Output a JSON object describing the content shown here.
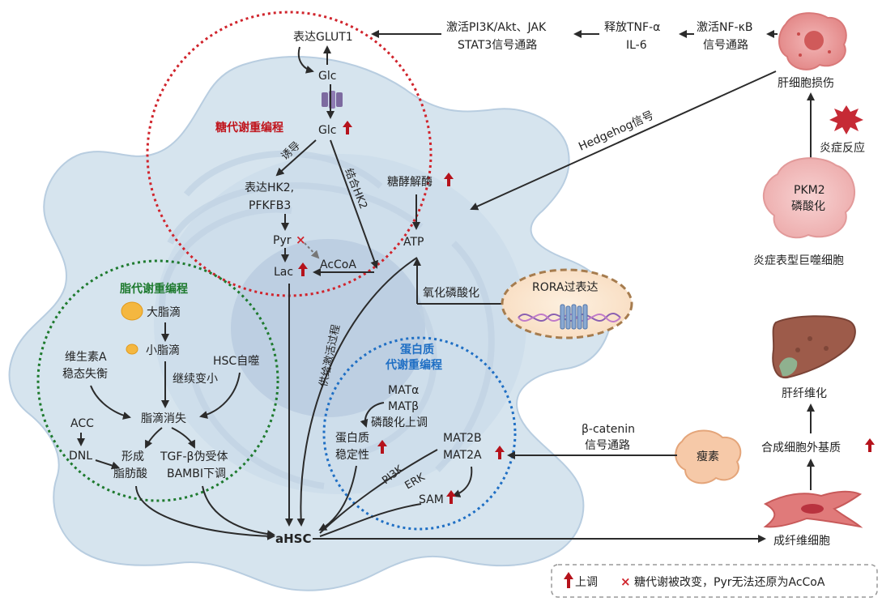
{
  "colors": {
    "cell": "#d6e4ee",
    "cell_inner": "#c9d9e7",
    "nucleus": "#b8c9de",
    "glucose_ring": "#d0242c",
    "lipid_ring": "#1e7a2e",
    "protein_ring": "#1f6fc4",
    "up_arrow": "#b5121b",
    "cross": "#d0242c",
    "arrow": "#2b2b2b"
  },
  "sections": {
    "glucose": "糖代谢重编程",
    "lipid": "脂代谢重编程",
    "protein_1": "蛋白质",
    "protein_2": "代谢重编程"
  },
  "glucose": {
    "glut1": "表达GLUT1",
    "glc_out": "Glc",
    "glc_in": "Glc",
    "induce": "诱导",
    "bind_hk2": "结合HK2",
    "hk2_1": "表达HK2,",
    "hk2_2": "PFKFB3",
    "pyr": "Pyr",
    "lac": "Lac",
    "acoa": "AcCoA",
    "glycolysis": "糖酵解酶",
    "atp": "ATP",
    "oxphos": "氧化磷酸化",
    "rora": "RORA过表达",
    "supply": "供给激活过程"
  },
  "top_chain": {
    "pi3k_1": "激活PI3K/Akt、JAK",
    "pi3k_2": "STAT3信号通路",
    "tnf_1": "释放TNF-α",
    "tnf_2": "IL-6",
    "nfkb_1": "激活NF-κB",
    "nfkb_2": "信号通路",
    "hedgehog": "Hedgehog信号"
  },
  "right_side": {
    "liver_injury": "肝细胞损伤",
    "inflammation": "炎症反应",
    "pkm2_1": "PKM2",
    "pkm2_2": "磷酸化",
    "macrophage": "炎症表型巨噬细胞",
    "fibrosis": "肝纤维化",
    "ecm": "合成细胞外基质",
    "fibroblast": "成纤维细胞",
    "leptin": "瘦素",
    "bcat_1": "β-catenin",
    "bcat_2": "信号通路"
  },
  "lipid": {
    "large": "大脂滴",
    "small": "小脂滴",
    "shrink": "继续变小",
    "vita_1": "维生素A",
    "vita_2": "稳态失衡",
    "autophagy": "HSC自噬",
    "disappear": "脂滴消失",
    "acc": "ACC",
    "dnl": "DNL",
    "fa_1": "形成",
    "fa_2": "脂肪酸",
    "tgf_1": "TGF-β伪受体",
    "tgf_2": "BAMBI下调"
  },
  "protein": {
    "mat_1": "MATα",
    "mat_2": "MATβ",
    "mat_3": "磷酸化上调",
    "stab_1": "蛋白质",
    "stab_2": "稳定性",
    "mat2b": "MAT2B",
    "mat2a": "MAT2A",
    "pi3k": "PI3K",
    "erk": "ERK",
    "sam": "SAM"
  },
  "ahsc": "aHSC",
  "legend": {
    "up": "上调",
    "cross": "糖代谢被改变，Pyr无法还原为AcCoA"
  }
}
